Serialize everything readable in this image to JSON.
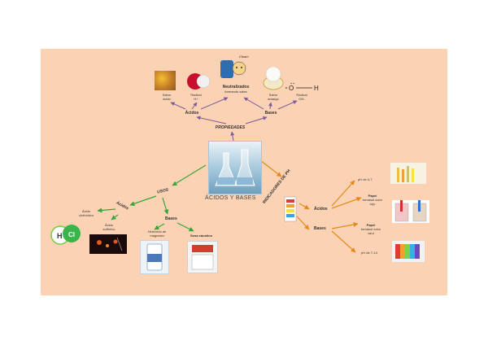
{
  "colors": {
    "background": "#fbd3b4",
    "arrow_purple": "#7a5a9c",
    "arrow_green": "#3aa53a",
    "arrow_orange": "#e38a1a"
  },
  "center": {
    "label": "ÁCIDOS Y BASES"
  },
  "properties": {
    "label": "PROPIEDADES",
    "acids": {
      "label": "Ácidos",
      "children": [
        {
          "label": "Sabor",
          "sub": "ácido",
          "icon": "lemon-grapes-icon"
        },
        {
          "label": "Radical",
          "sub": "H+",
          "icon": "hydrogen-molecule-icon"
        }
      ]
    },
    "bases": {
      "label": "Bases",
      "children": [
        {
          "label": "Sabor",
          "sub": "amargo",
          "icon": "soap-icon"
        },
        {
          "label": "Radical",
          "sub": "OH-",
          "icon": "hydroxide-formula-icon"
        }
      ]
    },
    "shared": {
      "label": "Neutralizados",
      "sub": "formando sales",
      "icon": "cleaner-bottle-icon",
      "badge": "Clean!"
    },
    "hydroxide_formula": {
      "o": "O",
      "h": "H"
    }
  },
  "uses": {
    "label": "USOS",
    "acids": {
      "label": "Ácidos",
      "children": [
        {
          "label": "Ácido",
          "sub": "clorhídrico",
          "icon": "hcl-molecule-icon",
          "atoms": [
            "H",
            "Cl"
          ]
        },
        {
          "label": "Ácido",
          "sub": "sulfúrico",
          "icon": "battery-icon"
        }
      ]
    },
    "bases": {
      "label": "Bases",
      "children": [
        {
          "label": "Hidróxido de",
          "sub": "magnesio",
          "icon": "milk-of-magnesia-icon"
        },
        {
          "label": "Sosa cáustica",
          "icon": "caustic-soda-icon"
        }
      ]
    }
  },
  "indicators": {
    "label": "INDICADORES DE PH",
    "acids": {
      "label": "Ácidos",
      "children": [
        {
          "label": "pH de 0-7",
          "icon": "ph-strips-icon"
        },
        {
          "label": "Papel",
          "sub": "tornasol color",
          "sub2": "rojo",
          "icon": "red-litmus-icon"
        }
      ]
    },
    "bases": {
      "label": "Bases",
      "children": [
        {
          "label": "Papel",
          "sub": "tornasol color",
          "sub2": "azul",
          "icon": "blue-litmus-icon"
        },
        {
          "label": "pH de 7-14",
          "icon": "ph-scale-icon"
        }
      ]
    }
  }
}
